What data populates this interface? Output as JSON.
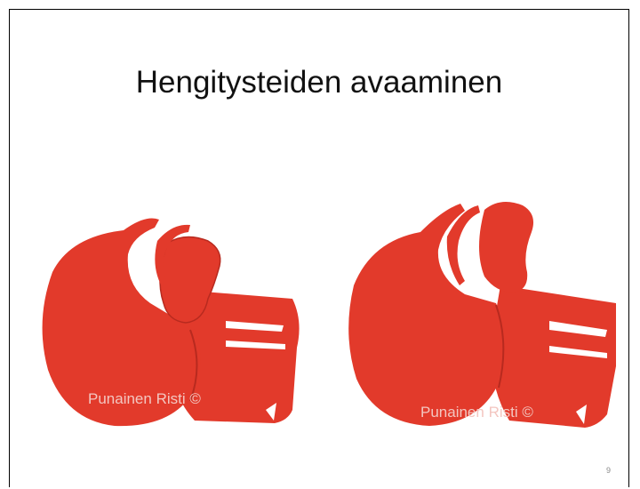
{
  "slide": {
    "title": "Hengitysteiden avaaminen",
    "page_number": "9"
  },
  "figures": [
    {
      "watermark": "Punainen Risti ©"
    },
    {
      "watermark": "Punainen Risti ©"
    }
  ],
  "colors": {
    "model_red": "#e23a2b",
    "model_shade": "#b82a1f",
    "watermark": "#f3c6c0"
  }
}
